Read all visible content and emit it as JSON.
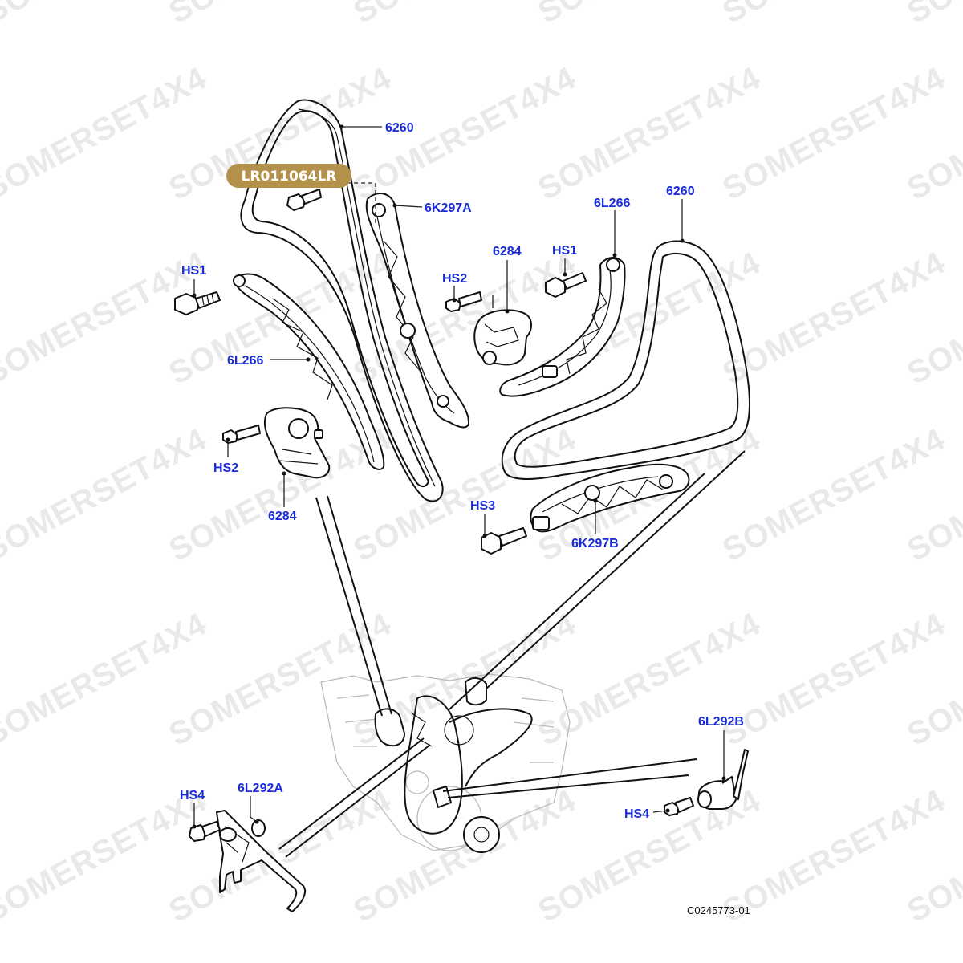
{
  "watermark": {
    "text": "SOMERSET4X4",
    "color": "#e9e9e9"
  },
  "highlight": {
    "part_number": "LR011064LR",
    "badge_color": "#b4914a"
  },
  "label_color": "#1a2bd8",
  "labels": {
    "chain_left": "6260",
    "guide_6k297a": "6K297A",
    "bolt_hs1_left": "HS1",
    "guide_6l266_left": "6L266",
    "bolt_hs2_left": "HS2",
    "tensioner_6284_left": "6284",
    "bolt_hs2_right": "HS2",
    "tensioner_6284_right": "6284",
    "bolt_hs1_right": "HS1",
    "guide_6l266_right": "6L266",
    "chain_right": "6260",
    "bolt_hs3": "HS3",
    "guide_6k297b": "6K297B",
    "bolt_hs4_left": "HS4",
    "tensioner_6l292a": "6L292A",
    "tensioner_6l292b": "6L292B",
    "bolt_hs4_right": "HS4"
  },
  "reference_code": "C0245773-01"
}
